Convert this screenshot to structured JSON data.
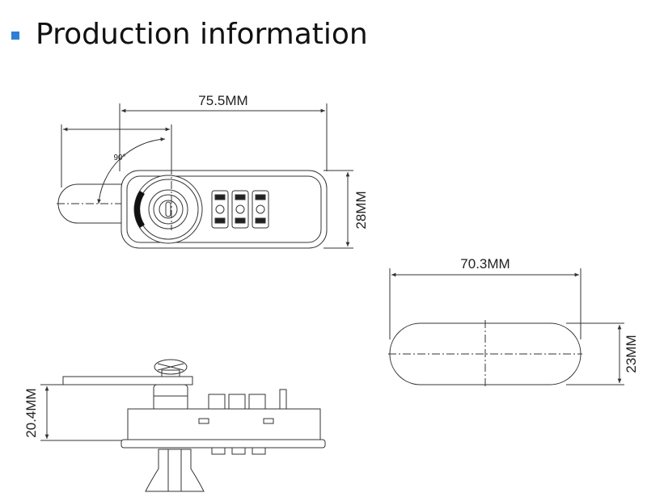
{
  "header": {
    "title": "Production information",
    "accent_color": "#2f7fd6"
  },
  "diagram": {
    "rotation_label": "90°",
    "top_view": {
      "width_label": "75.5MM",
      "height_label": "28MM"
    },
    "cam_view": {
      "width_label": "70.3MM",
      "height_label": "23MM"
    },
    "side_view": {
      "height_label": "20.4MM"
    }
  }
}
